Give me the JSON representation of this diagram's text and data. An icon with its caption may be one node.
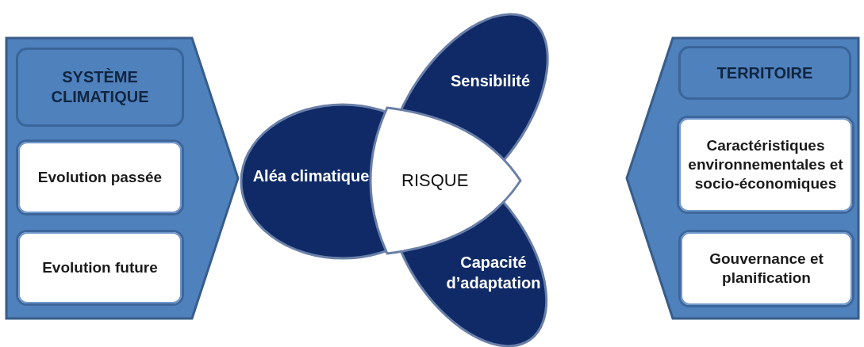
{
  "diagram": {
    "nodes": [
      {
        "text": [],
        "shape": "box"
      },
      {
        "text": [
          "SYSTÈME CLIMATIQUE"
        ],
        "in": 0
      },
      {
        "text": [
          "Evolution passée"
        ],
        "in": 0
      },
      {
        "text": [
          "Evolution future"
        ],
        "in": 0
      },
      {
        "text": [
          "Aléa climatique"
        ]
      },
      {
        "text": [
          "Sensibilité"
        ]
      },
      {
        "text": [
          "RISQUE"
        ]
      },
      {
        "text": [
          "Capacité d’adaptation"
        ]
      },
      {
        "text": [],
        "shape": "box"
      },
      {
        "text": [
          "TERRITOIRE"
        ],
        "in": 8
      },
      {
        "text": [
          "Caractéristiques environnementales et socio-économiques"
        ],
        "in": 8
      },
      {
        "text": [
          "Gouvernance et planification"
        ],
        "in": 8
      }
    ]
  }
}
